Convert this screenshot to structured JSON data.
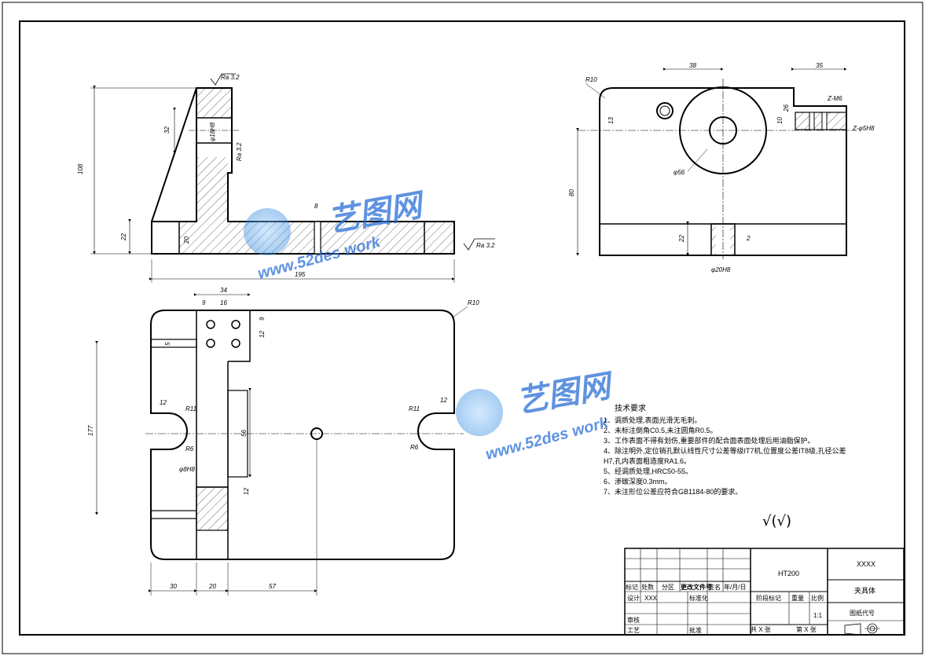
{
  "front_view": {
    "roughness_top": "Ra 3.2",
    "roughness_right": "Ra 3.2",
    "roughness_side": "Ra 3.2",
    "dim_height_total": "108",
    "dim_upper": "32",
    "dim_hole": "φ18H8",
    "dim_base": "22",
    "dim_rib": "20",
    "dim_slot": "8",
    "dim_width": "195"
  },
  "side_view": {
    "dim_r10": "R10",
    "dim_38": "38",
    "dim_35": "35",
    "dim_26": "26",
    "dim_13": "13",
    "dim_10": "10",
    "dim_80": "80",
    "dim_22": "22",
    "dim_phi56": "φ56",
    "dim_2": "2",
    "dim_bottom_hole": "φ20H8",
    "section_zm6": "Z-M6",
    "section_zphi": "Z-φ5H8"
  },
  "top_view": {
    "dim_34": "34",
    "dim_9": "9",
    "dim_16": "16",
    "dim_9b": "9",
    "dim_12a": "12",
    "dim_r10": "R10",
    "dim_5": "5",
    "dim_12b": "12",
    "dim_r11_left": "R11",
    "dim_r6_left": "R6",
    "dim_r11_right": "R11",
    "dim_r6_right": "R6",
    "dim_12c": "12",
    "dim_177": "177",
    "dim_56": "56",
    "dim_phi8": "φ8H8",
    "dim_12d": "12",
    "dim_30": "30",
    "dim_20": "20",
    "dim_57": "57"
  },
  "watermark": {
    "brand": "艺图网",
    "site": "www.52des work"
  },
  "notes": {
    "heading": "技术要求",
    "items": [
      "1、调质处理,表面光滑无毛刺。",
      "2、未标注倒角C0.5,未注圆角R0.5。",
      "3、工作表面不得有划伤,重要部件的配合面表面处理后用油脂保护。",
      "4、除注明外,定位销孔默认线性尺寸公差等级IT7机,位置度公差IT8级,孔径公差",
      "H7,孔内表面粗造度RA1.6。",
      "5、经调质处理,HRC50-55。",
      "6、渗碳深度0.3mm。",
      "7、未注形位公差应符合GB1184-80的要求。"
    ]
  },
  "roughness_general": "√(√)",
  "title_block": {
    "material": "HT200",
    "company": "XXXX",
    "part_name": "夹具体",
    "stage_mark": "阶段标记",
    "weight": "重量",
    "scale": "比例",
    "scale_value": "1:1",
    "drawing_no": "图纸代号",
    "total_sheets": "共  X  张",
    "sheet_no": "第  X  张",
    "hdr_mark": "标记",
    "hdr_count": "处数",
    "hdr_zone": "分区",
    "hdr_doc": "更改文件号",
    "hdr_sign": "签名",
    "hdr_date": "年/月/日",
    "design": "设计",
    "design_value": "XXX",
    "standardize": "标准化",
    "review": "审核",
    "process": "工艺",
    "approve": "批准"
  }
}
